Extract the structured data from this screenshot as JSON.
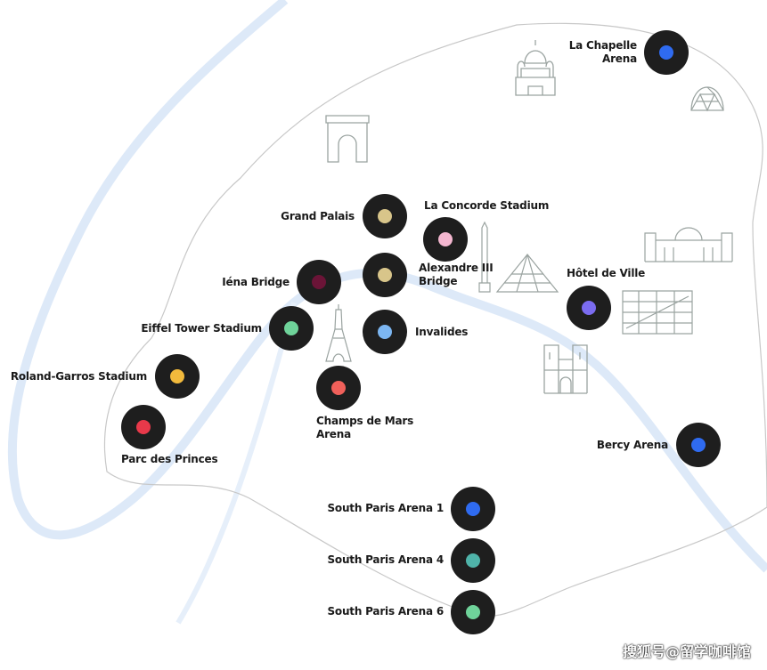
{
  "venues": [
    {
      "name": "La Chapelle Arena",
      "label_lines": [
        "La Chapelle",
        "Arena"
      ],
      "color": "#2f6bf0"
    },
    {
      "name": "Grand Palais",
      "label_lines": [
        "Grand Palais"
      ],
      "color": "#d8c58a"
    },
    {
      "name": "La Concorde Stadium",
      "label_lines": [
        "La Concorde Stadium"
      ],
      "color": "#f4b7d0"
    },
    {
      "name": "Alexandre III Bridge",
      "label_lines": [
        "Alexandre III",
        "Bridge"
      ],
      "color": "#d8c58a"
    },
    {
      "name": "Iéna Bridge",
      "label_lines": [
        "Iéna Bridge"
      ],
      "color": "#6b1437"
    },
    {
      "name": "Eiffel Tower Stadium",
      "label_lines": [
        "Eiffel Tower Stadium"
      ],
      "color": "#6fd39a"
    },
    {
      "name": "Invalides",
      "label_lines": [
        "Invalides"
      ],
      "color": "#7cb6f1"
    },
    {
      "name": "Roland-Garros Stadium",
      "label_lines": [
        "Roland-Garros Stadium"
      ],
      "color": "#f2ba3c"
    },
    {
      "name": "Champs de Mars Arena",
      "label_lines": [
        "Champs de Mars",
        "Arena"
      ],
      "color": "#f0605a"
    },
    {
      "name": "Parc des Princes",
      "label_lines": [
        "Parc des Princes"
      ],
      "color": "#e8394a"
    },
    {
      "name": "Hôtel de Ville",
      "label_lines": [
        "Hôtel de Ville"
      ],
      "color": "#7b6cf0"
    },
    {
      "name": "Bercy Arena",
      "label_lines": [
        "Bercy Arena"
      ],
      "color": "#2f6bf0"
    },
    {
      "name": "South Paris Arena 1",
      "label_lines": [
        "South Paris Arena 1"
      ],
      "color": "#2f6bf0"
    },
    {
      "name": "South Paris Arena 4",
      "label_lines": [
        "South Paris Arena 4"
      ],
      "color": "#4fb3a9"
    },
    {
      "name": "South Paris Arena 6",
      "label_lines": [
        "South Paris Arena 6"
      ],
      "color": "#6fd39a"
    }
  ],
  "watermark": "搜狐号@留学咖啡馆",
  "colors": {
    "river": "#dde9f8",
    "boundary": "#c8c8c8",
    "landmark": "#9aa3a0"
  }
}
